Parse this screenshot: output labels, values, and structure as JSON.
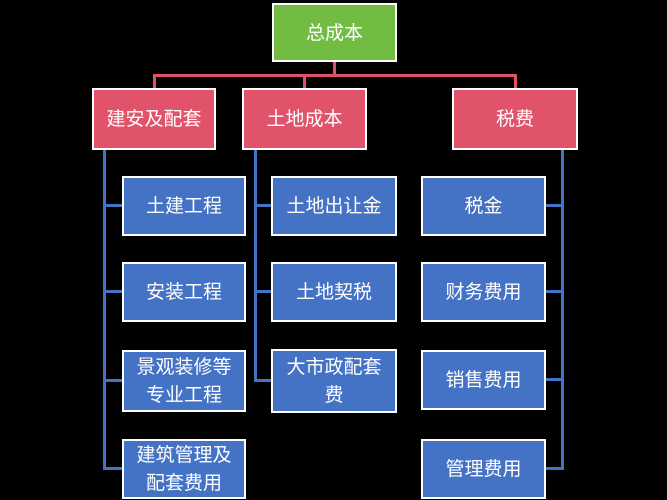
{
  "diagram": {
    "type": "org-chart",
    "description": "Total cost breakdown hierarchy",
    "background": "#000000",
    "colors": {
      "background": "#000000",
      "root-fill": "#72BC44",
      "branch-fill": "#E0536B",
      "leaf-fill": "#4472C4",
      "connector-red": "#DF5168",
      "connector-blue": "#4472C4",
      "box-border": "#FFFFFF",
      "text": "#FFFFFF"
    },
    "root": {
      "label": "总成本"
    },
    "branches": [
      {
        "label": "建安及配套",
        "children": [
          "土建工程",
          "安装工程",
          "景观装修等\n专业工程",
          "建筑管理及\n配套费用"
        ]
      },
      {
        "label": "土地成本",
        "children": [
          "土地出让金",
          "土地契税",
          "大市政配套\n费"
        ]
      },
      {
        "label": "税费",
        "children": [
          "税金",
          "财务费用",
          "销售费用",
          "管理费用"
        ]
      }
    ]
  }
}
